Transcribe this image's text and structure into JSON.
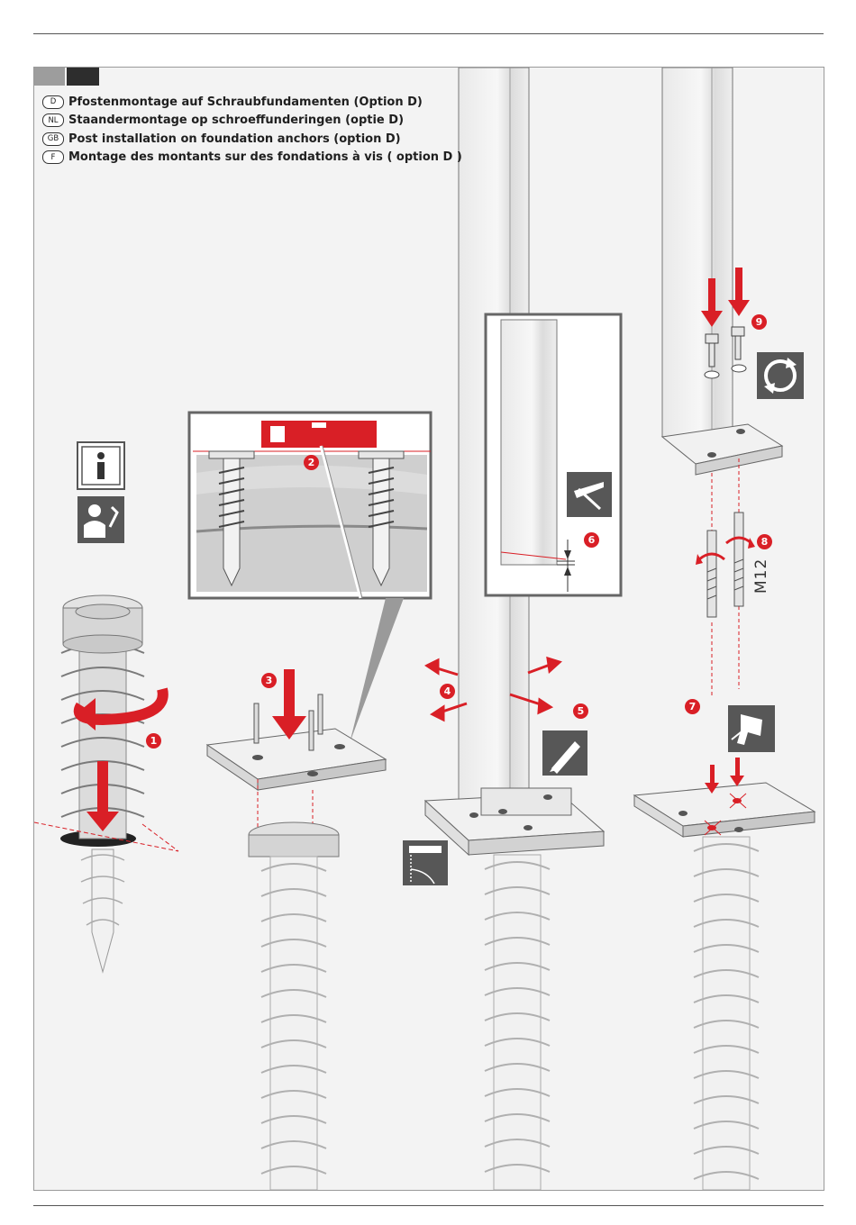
{
  "header_tabs": [
    "",
    ""
  ],
  "legend": [
    {
      "lang": "D",
      "text": "Pfostenmontage auf Schraubfundamenten (Option D)"
    },
    {
      "lang": "NL",
      "text": "Staandermontage op schroeffunderingen (optie D)"
    },
    {
      "lang": "GB",
      "text": "Post installation on foundation anchors (option D)"
    },
    {
      "lang": "F",
      "text": "Montage des montants sur des fondations à vis ( option D )"
    }
  ],
  "steps": {
    "s1": "1",
    "s2": "2",
    "s3": "3",
    "s4": "4",
    "s5": "5",
    "s6": "6",
    "s7": "7",
    "s8": "8",
    "s9": "9"
  },
  "thread_size": "M12",
  "icons": {
    "info": "info-icon",
    "mechanic": "mechanic-icon",
    "saw": "saw-icon",
    "pencil": "pencil-icon",
    "level": "spirit-level-icon",
    "drill": "drill-icon",
    "rotate": "rotate-icon"
  },
  "colors": {
    "accent": "#d91f26",
    "icon_bg": "#575757",
    "panel_bg": "#f3f3f3"
  }
}
